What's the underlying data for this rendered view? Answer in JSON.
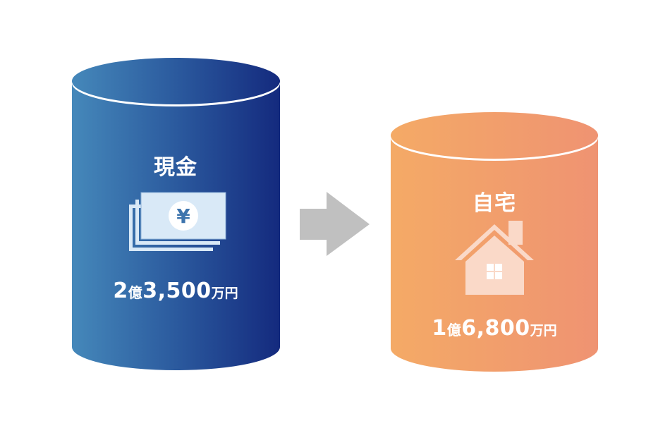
{
  "left_cylinder": {
    "title": "現金",
    "icon": "yen-banknotes-icon",
    "amount": {
      "a": "2",
      "oku": "億",
      "b": "3,500",
      "unit": "万円"
    },
    "full_amount_text": "2億3,500万円",
    "colors": {
      "gradient_start": "#4588ba",
      "gradient_end": "#142a7e",
      "icon_fill": "#d9e9f7",
      "icon_accent": "#3d74ad"
    }
  },
  "arrow": {
    "icon": "arrow-right-icon",
    "color": "#c0c0c0"
  },
  "right_cylinder": {
    "title": "自宅",
    "icon": "house-icon",
    "amount": {
      "a": "1",
      "oku": "億",
      "b": "6,800",
      "unit": "万円"
    },
    "full_amount_text": "1億6,800万円",
    "colors": {
      "gradient_start": "#f4a967",
      "gradient_end": "#ef9472",
      "icon_fill": "#fad9c8",
      "icon_window": "#ffffff"
    }
  },
  "yen_symbol": "¥"
}
